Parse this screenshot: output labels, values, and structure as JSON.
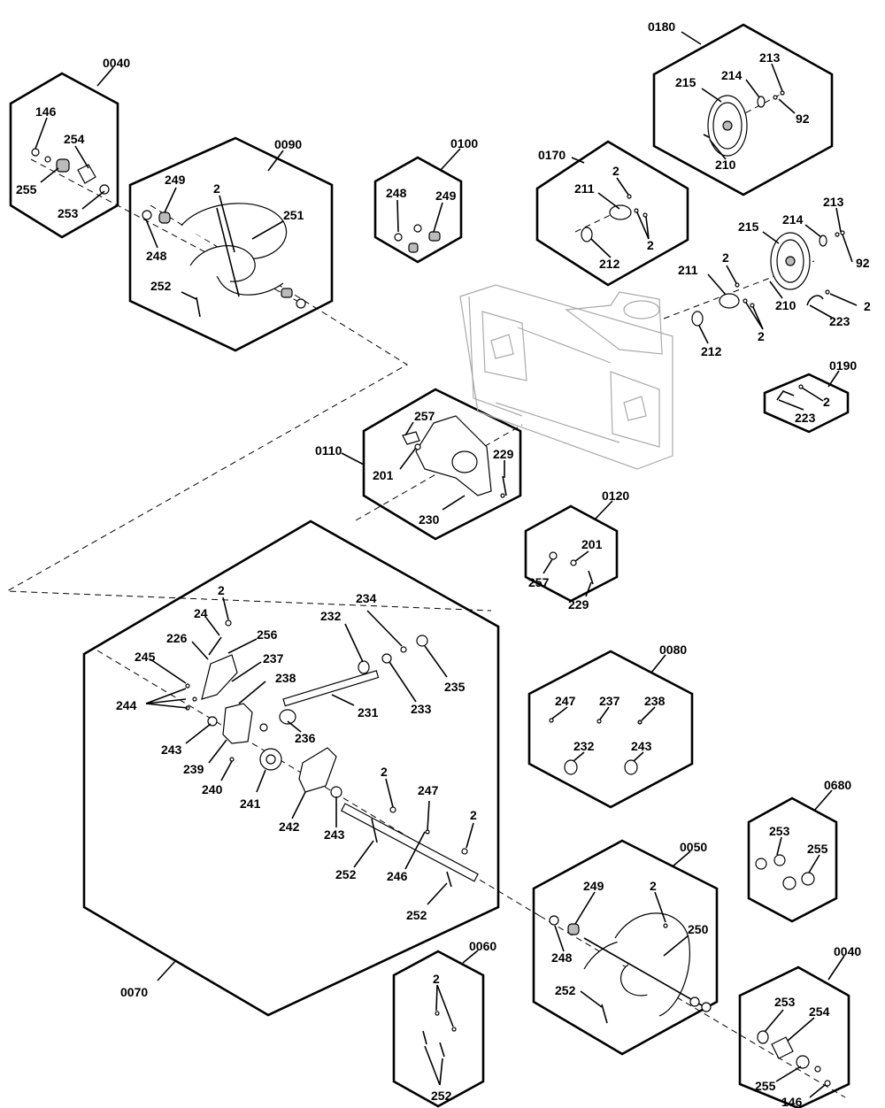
{
  "groups": {
    "g0040a": "0040",
    "g0090": "0090",
    "g0100": "0100",
    "g0170": "0170",
    "g0180": "0180",
    "g0190": "0190",
    "g0110": "0110",
    "g0120": "0120",
    "g0070": "0070",
    "g0080": "0080",
    "g0680": "0680",
    "g0050": "0050",
    "g0060": "0060",
    "g0040b": "0040"
  },
  "parts": {
    "p146a": "146",
    "p254a": "254",
    "p255a": "255",
    "p253a": "253",
    "p249a": "249",
    "p2a": "2",
    "p251": "251",
    "p248a": "248",
    "p252a": "252",
    "p248b": "248",
    "p249b": "249",
    "p2b": "2",
    "p211a": "211",
    "p2c": "2",
    "p212a": "212",
    "p213a": "213",
    "p215a": "215",
    "p214a": "214",
    "p92a": "92",
    "p210a": "210",
    "p213b": "213",
    "p215b": "215",
    "p214b": "214",
    "p2d": "2",
    "p211b": "211",
    "p92b": "92",
    "p2e": "2",
    "p210b": "210",
    "p2f": "2",
    "p212b": "212",
    "p223a": "223",
    "p2g": "2",
    "p223b": "223",
    "p257a": "257",
    "p201a": "201",
    "p229a": "229",
    "p230": "230",
    "p201b": "201",
    "p257b": "257",
    "p229b": "229",
    "p2h": "2",
    "p24": "24",
    "p226": "226",
    "p256": "256",
    "p245": "245",
    "p237a": "237",
    "p238a": "238",
    "p244": "244",
    "p243a": "243",
    "p239": "239",
    "p240": "240",
    "p241": "241",
    "p242": "242",
    "p243b": "243",
    "p232a": "232",
    "p234": "234",
    "p233": "233",
    "p235": "235",
    "p231": "231",
    "p236": "236",
    "p2i": "2",
    "p247a": "247",
    "p2j": "2",
    "p252b": "252",
    "p246": "246",
    "p252c": "252",
    "p247b": "247",
    "p237b": "237",
    "p238b": "238",
    "p232b": "232",
    "p243c": "243",
    "p253b": "253",
    "p255b": "255",
    "p249c": "249",
    "p2k": "2",
    "p250": "250",
    "p248c": "248",
    "p252d": "252",
    "p2l": "2",
    "p252e": "252",
    "p253c": "253",
    "p254b": "254",
    "p255c": "255",
    "p146b": "146"
  }
}
